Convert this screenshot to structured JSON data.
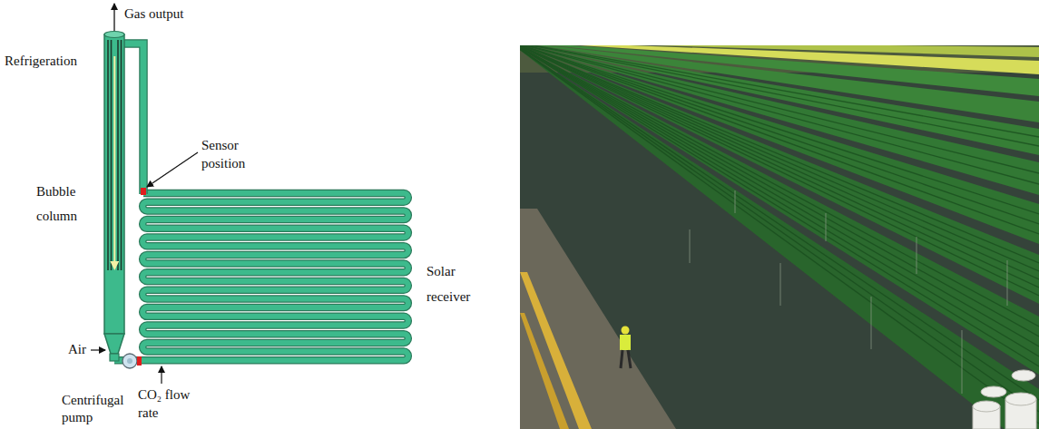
{
  "diagram": {
    "labels": [
      "Gas output",
      "Refrigeration",
      "Sensor position",
      "Bubble column",
      "Solar receiver",
      "Air",
      "Centrifugal pump",
      "CO₂ flow rate"
    ]
  }
}
